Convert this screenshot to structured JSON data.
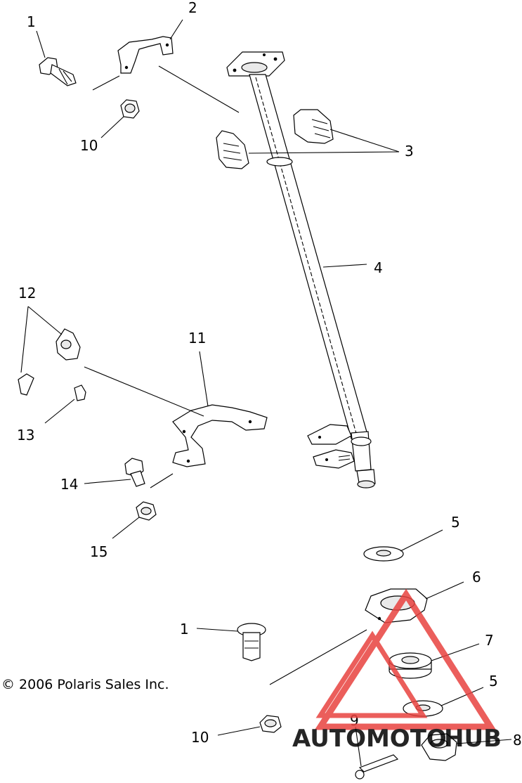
{
  "diagram": {
    "callouts": [
      {
        "id": "c1a",
        "label": "1"
      },
      {
        "id": "c2",
        "label": "2"
      },
      {
        "id": "c10a",
        "label": "10"
      },
      {
        "id": "c3",
        "label": "3"
      },
      {
        "id": "c4",
        "label": "4"
      },
      {
        "id": "c12",
        "label": "12"
      },
      {
        "id": "c11",
        "label": "11"
      },
      {
        "id": "c13",
        "label": "13"
      },
      {
        "id": "c14",
        "label": "14"
      },
      {
        "id": "c15",
        "label": "15"
      },
      {
        "id": "c5a",
        "label": "5"
      },
      {
        "id": "c6",
        "label": "6"
      },
      {
        "id": "c1b",
        "label": "1"
      },
      {
        "id": "c7",
        "label": "7"
      },
      {
        "id": "c5b",
        "label": "5"
      },
      {
        "id": "c9",
        "label": "9"
      },
      {
        "id": "c10b",
        "label": "10"
      },
      {
        "id": "c8",
        "label": "8"
      }
    ],
    "copyright": "© 2006 Polaris Sales Inc."
  },
  "watermark": {
    "text_part1": "AUTOMOTO",
    "text_part2": "HUB",
    "color_primary": "#e8423f",
    "color_secondary": "#f2b43c",
    "color_tertiary": "#9a9a9a"
  }
}
